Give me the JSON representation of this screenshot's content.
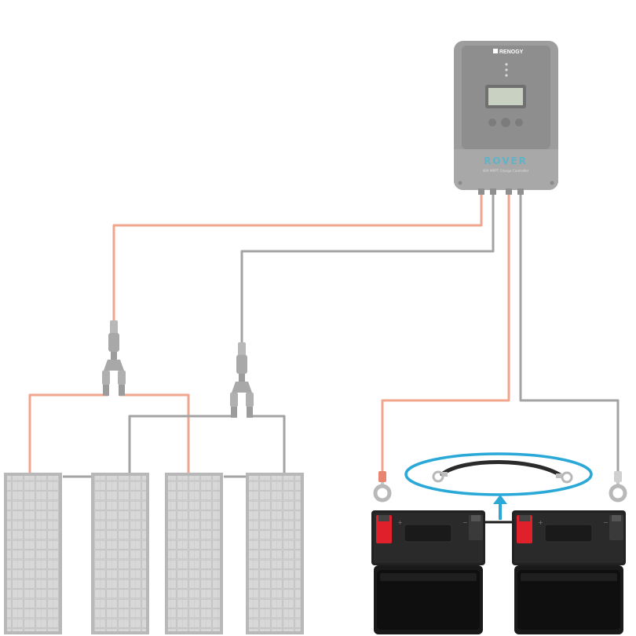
{
  "controller": {
    "brand": "RENOGY",
    "model": "ROVER",
    "subtitle": "40A MPPT Charge Controller"
  },
  "panel_count": 4,
  "battery_count": 2,
  "colors": {
    "positive_wire": "#f0a58c",
    "negative_wire": "#a3a3a3",
    "controller_body": "#9a9a9a",
    "panel_frame": "#b5b5b5",
    "panel_cell": "#cfcfcf",
    "battery_body": "#1a1a1a",
    "battery_terminal_positive": "#e0202a",
    "battery_jumper_highlight": "#2aa8d8",
    "rover_text": "#5fb3c8"
  }
}
